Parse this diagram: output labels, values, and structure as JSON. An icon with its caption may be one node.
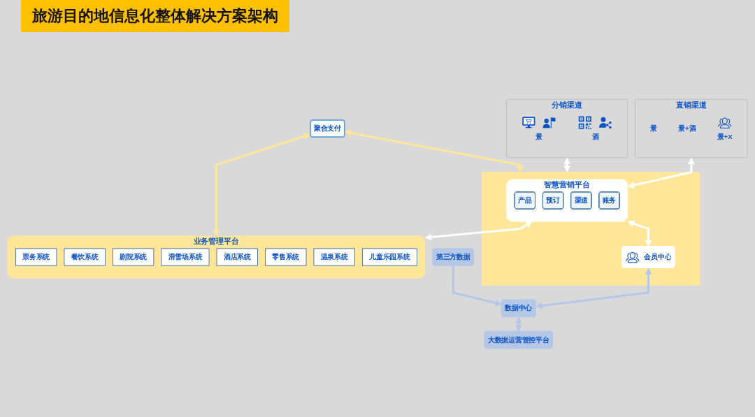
{
  "diagram": {
    "title": "旅游目的地信息化整体解决方案架构",
    "nodes": [
      {
        "text": [
          "聚合支付"
        ]
      },
      {
        "text": [
          "直销渠道"
        ]
      },
      {
        "text": [
          "景"
        ],
        "in": 1
      },
      {
        "text": [
          "景+酒"
        ],
        "in": 1
      },
      {
        "text": [
          "景+X"
        ],
        "in": 1
      },
      {
        "text": [
          "分销渠道"
        ]
      },
      {
        "text": [
          "景"
        ],
        "in": 5
      },
      {
        "text": [
          "酒"
        ],
        "in": 5
      },
      {
        "text": [
          "第三方数据"
        ]
      },
      {
        "text": [],
        "shape": "box"
      },
      {
        "text": [
          "智慧营销平台"
        ],
        "in": 9
      },
      {
        "text": [
          "产品"
        ],
        "in": 10
      },
      {
        "text": [
          "预订"
        ],
        "in": 10
      },
      {
        "text": [
          "渠道"
        ],
        "in": 10
      },
      {
        "text": [
          "账务"
        ],
        "in": 10
      },
      {
        "text": [
          "会员中心"
        ],
        "in": 9
      },
      {
        "text": [
          "数据中心"
        ]
      },
      {
        "text": [
          "业务管理平台"
        ]
      },
      {
        "text": [
          "票务系统"
        ],
        "in": 17
      },
      {
        "text": [
          "餐饮系统"
        ],
        "in": 17
      },
      {
        "text": [
          "剧院系统"
        ],
        "in": 17
      },
      {
        "text": [
          "滑雪场系统"
        ],
        "in": 17
      },
      {
        "text": [
          "酒店系统"
        ],
        "in": 17
      },
      {
        "text": [
          "零售系统"
        ],
        "in": 17
      },
      {
        "text": [
          "温泉系统"
        ],
        "in": 17
      },
      {
        "text": [
          "儿童乐园系统"
        ],
        "in": 17
      },
      {
        "text": [
          "大数据运营管控平台"
        ]
      }
    ],
    "edges": [
      {
        "from": 1,
        "to": 10,
        "arrow": "both"
      },
      {
        "from": 5,
        "to": 9,
        "arrow": "both"
      },
      {
        "from": 0,
        "to": 9,
        "arrow": "both",
        "color": "#ffe699"
      },
      {
        "from": 0,
        "to": 17,
        "arrow": "both",
        "color": "#ffe699"
      },
      {
        "from": 10,
        "to": 15,
        "arrow": "both"
      },
      {
        "from": 10,
        "to": 17,
        "arrow": "both"
      },
      {
        "from": 15,
        "to": 16,
        "arrow": "both",
        "color": "#b4c7e7"
      },
      {
        "from": 8,
        "to": 16,
        "arrow": "to",
        "color": "#b4c7e7"
      },
      {
        "from": 16,
        "to": 26,
        "arrow": "both",
        "color": "#b4c7e7"
      }
    ]
  }
}
